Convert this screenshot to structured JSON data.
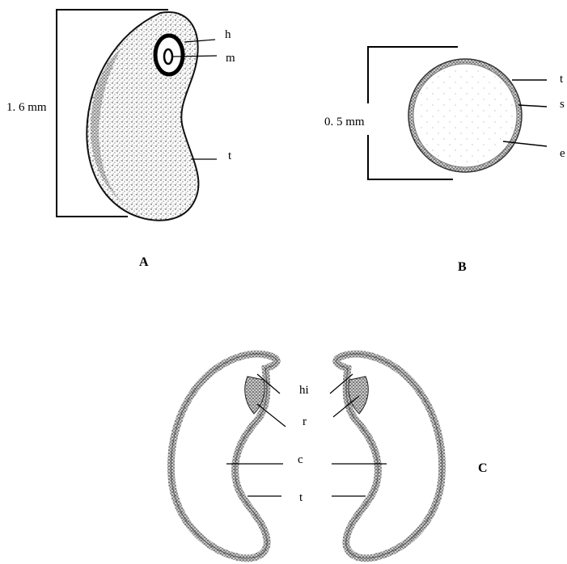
{
  "figure_a": {
    "panel_label": "A",
    "dimension_label": "1. 6 mm",
    "labels": {
      "h": "h",
      "m": "m",
      "t": "t"
    }
  },
  "figure_b": {
    "panel_label": "B",
    "dimension_label": "0. 5 mm",
    "labels": {
      "t": "t",
      "s": "s",
      "e": "e"
    }
  },
  "figure_c": {
    "panel_label": "C",
    "labels": {
      "hi": "hi",
      "r": "r",
      "c": "c",
      "t": "t"
    }
  },
  "colors": {
    "ink": "#000000",
    "stipple_light": "#9a9a9a",
    "stipple_dark": "#1a1a1a"
  }
}
